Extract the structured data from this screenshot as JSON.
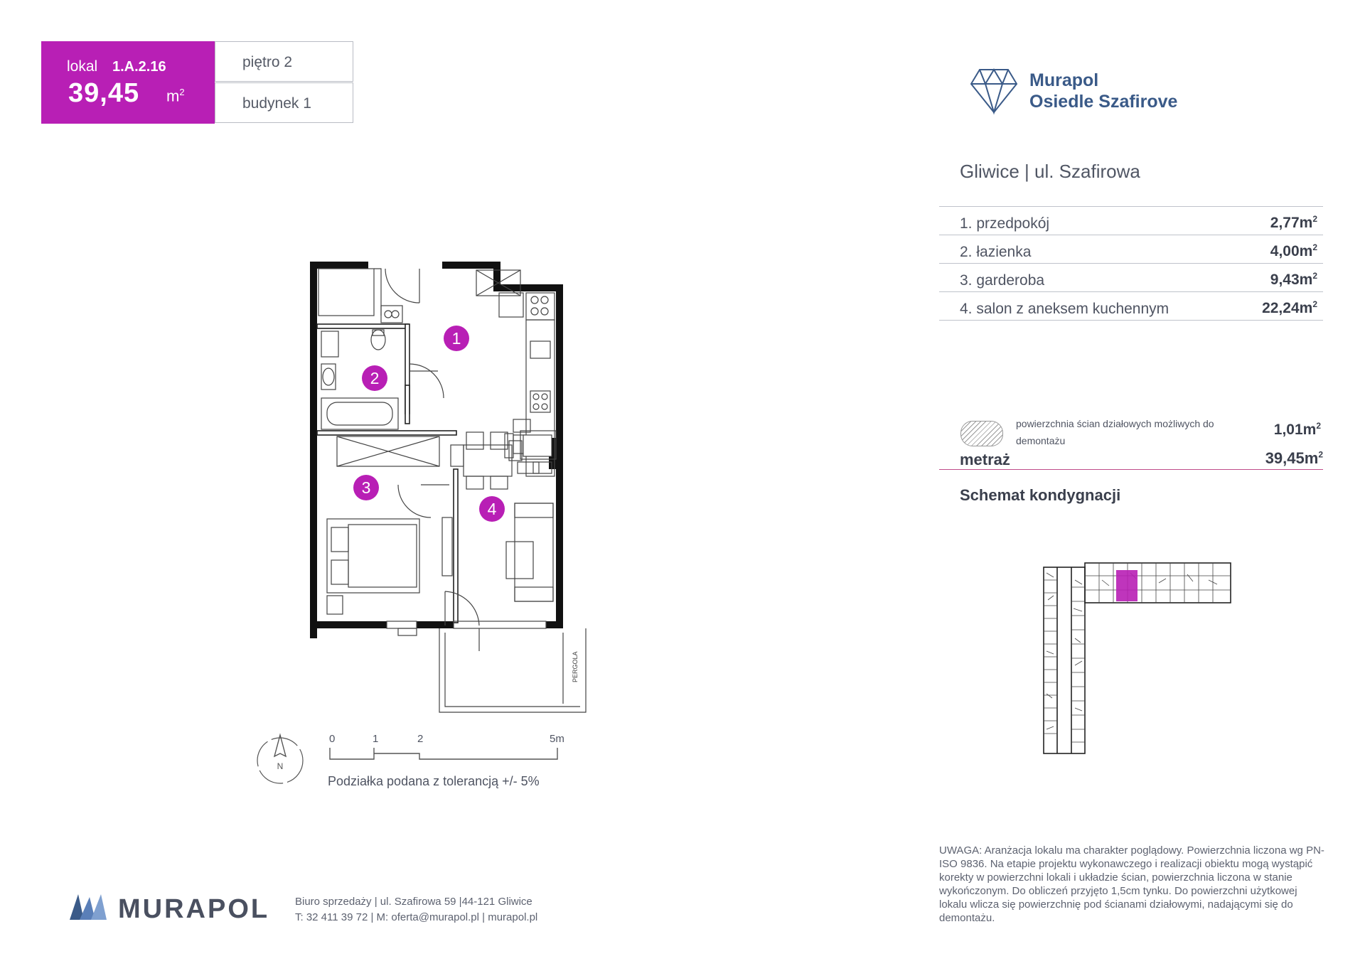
{
  "unit": {
    "lokal_label": "lokal",
    "code": "1.A.2.16",
    "area": "39,45",
    "area_unit": "m",
    "area_unit_sup": "2",
    "floor": "piętro 2",
    "building": "budynek 1",
    "accent_color": "#b81fb5"
  },
  "brand": {
    "line1": "Murapol",
    "line2": "Osiedle Szafirove",
    "logo_icon": "diamond-icon"
  },
  "address": "Gliwice | ul. Szafirowa",
  "rooms": [
    {
      "number": "1",
      "name": "1. przedpokój",
      "area": "2,77m",
      "sup": "2"
    },
    {
      "number": "2",
      "name": "2. łazienka",
      "area": "4,00m",
      "sup": "2"
    },
    {
      "number": "3",
      "name": "3. garderoba",
      "area": "9,43m",
      "sup": "2"
    },
    {
      "number": "4",
      "name": "4. salon z aneksem kuchennym",
      "area": "22,24m",
      "sup": "2"
    }
  ],
  "walls": {
    "label": "powierzchnia ścian działowych możliwych do demontażu",
    "area": "1,01m",
    "sup": "2"
  },
  "total": {
    "label": "metraż",
    "area": "39,45m",
    "sup": "2"
  },
  "scheme_title": "Schemat kondygnacji",
  "plan": {
    "balcony_label": "PERGOLA",
    "compass_letter": "N",
    "scale_ticks": [
      "0",
      "1",
      "2",
      "5m"
    ],
    "scale_note": "Podziałka podana z tolerancją +/- 5%"
  },
  "note": "UWAGA: Aranżacja lokalu ma charakter poglądowy. Powierzchnia liczona wg PN-ISO 9836. Na etapie projektu wykonawczego i realizacji obiektu mogą wystąpić korekty w powierzchni lokali i układzie ścian, powierzchnia liczona w stanie wykończonym. Do obliczeń przyjęto 1,5cm tynku. Do powierzchni użytkowej lokalu wlicza się powierzchnię pod ścianami działowymi, nadającymi się do demontażu.",
  "footer": {
    "company": "MURAPOL",
    "address_line": "Biuro sprzedaży | ul. Szafirowa 59 |44-121 Gliwice",
    "contact_line": "T: 32 411 39 72 | M: oferta@murapol.pl | murapol.pl"
  }
}
